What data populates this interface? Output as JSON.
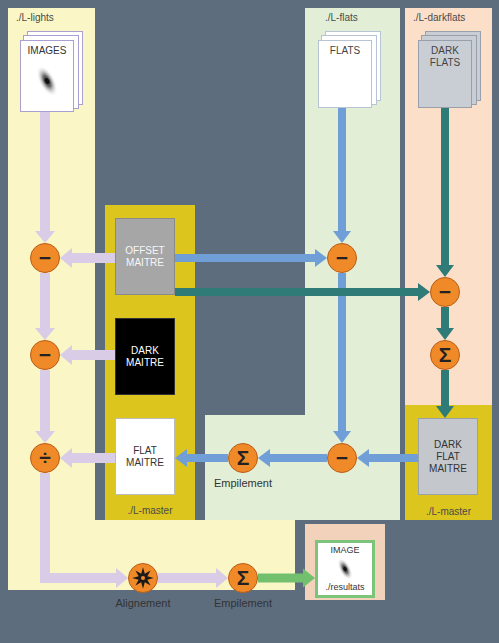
{
  "diagram": {
    "nodes": [
      {
        "text": [
          "./L-lights"
        ]
      },
      {
        "text": [
          "IMAGES"
        ],
        "in": 0
      },
      {
        "text": [
          "./L-flats"
        ]
      },
      {
        "text": [
          "FLATS"
        ],
        "in": 2
      },
      {
        "text": [
          "./L-darkflats"
        ]
      },
      {
        "text": [
          "DARK FLATS"
        ],
        "in": 4
      },
      {
        "text": [
          "−"
        ],
        "in": 0
      },
      {
        "text": [
          "./L-master"
        ]
      },
      {
        "text": [
          "OFFSET MAITRE"
        ],
        "in": 7
      },
      {
        "text": [
          "−"
        ],
        "in": 2
      },
      {
        "text": [
          "−"
        ],
        "in": 4
      },
      {
        "text": [
          "−"
        ],
        "in": 0
      },
      {
        "text": [
          "DARK MAITRE"
        ],
        "in": 7
      },
      {
        "text": [
          "Σ"
        ],
        "in": 4
      },
      {
        "text": [
          "÷"
        ],
        "in": 0
      },
      {
        "text": [
          "FLAT MAITRE"
        ],
        "in": 7
      },
      {
        "text": [
          "Σ",
          "Empilement"
        ],
        "in": 2
      },
      {
        "text": [
          "−"
        ],
        "in": 2
      },
      {
        "text": [
          "./L-master"
        ]
      },
      {
        "text": [
          "DARK FLAT MAITRE"
        ],
        "in": 18
      },
      {
        "text": [
          "Alignement"
        ],
        "in": 0
      },
      {
        "text": [
          "Σ",
          "Empilement"
        ],
        "in": 0
      },
      {
        "text": [
          "IMAGE",
          "./resultats"
        ]
      }
    ],
    "edges": [
      {
        "from": 1,
        "to": 6,
        "arrow": "to"
      },
      {
        "from": 6,
        "to": 11,
        "arrow": "to"
      },
      {
        "from": 11,
        "to": 14,
        "arrow": "to"
      },
      {
        "from": 14,
        "to": 20,
        "arrow": "to"
      },
      {
        "from": 20,
        "to": 21,
        "arrow": "to"
      },
      {
        "from": 21,
        "to": 22,
        "arrow": "to"
      },
      {
        "from": 8,
        "to": 6,
        "arrow": "to"
      },
      {
        "from": 12,
        "to": 11,
        "arrow": "to"
      },
      {
        "from": 15,
        "to": 14,
        "arrow": "to"
      },
      {
        "from": 3,
        "to": 9,
        "arrow": "to"
      },
      {
        "from": 8,
        "to": 9,
        "arrow": "to"
      },
      {
        "from": 9,
        "to": 17,
        "arrow": "to"
      },
      {
        "from": 19,
        "to": 17,
        "arrow": "to"
      },
      {
        "from": 17,
        "to": 16,
        "arrow": "to"
      },
      {
        "from": 16,
        "to": 15,
        "arrow": "to"
      },
      {
        "from": 5,
        "to": 10,
        "arrow": "to"
      },
      {
        "from": 8,
        "to": 10,
        "arrow": "to"
      },
      {
        "from": 10,
        "to": 13,
        "arrow": "to"
      },
      {
        "from": 13,
        "to": 19,
        "arrow": "to"
      }
    ]
  }
}
